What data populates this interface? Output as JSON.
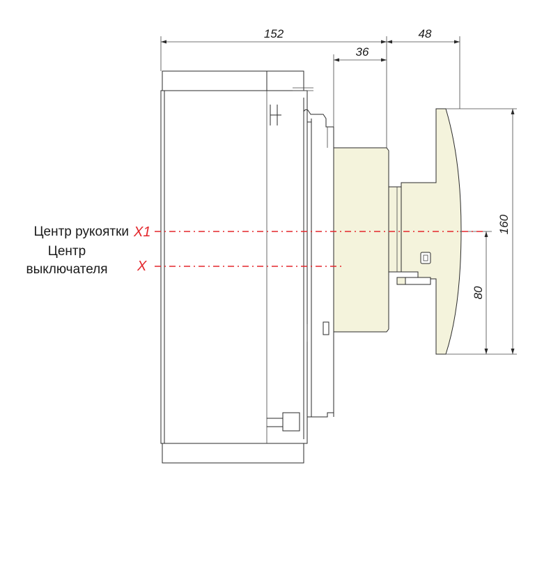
{
  "labels": {
    "handle_center": "Центр рукоятки",
    "handle_axis": "X1",
    "switch_center_line1": "Центр",
    "switch_center_line2": "выключателя",
    "switch_axis": "X"
  },
  "dimensions": {
    "overall_depth": "152",
    "handle_projection": "48",
    "adapter_depth": "36",
    "handle_height": "160",
    "handle_half_height": "80"
  },
  "colors": {
    "axis_lines": "#e3262b",
    "adapter_fill": "#f4f3dc",
    "outline": "#2a2a2a"
  }
}
